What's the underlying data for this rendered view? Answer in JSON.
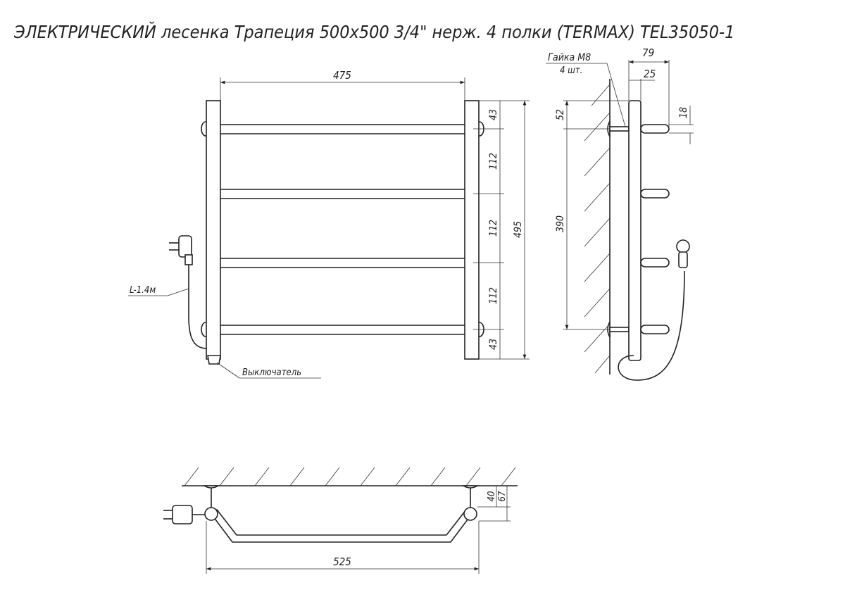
{
  "title": "ЭЛЕКТРИЧЕСКИЙ лесенка Трапеция 500х500 3/4\" нерж. 4 полки (TERMAX) TEL35050-1",
  "front_view": {
    "width_dim": "475",
    "height_dim": "495",
    "spacing_dims": [
      "43",
      "112",
      "112",
      "112",
      "43"
    ],
    "cable_label": "L-1.4м",
    "switch_label": "Выключатель"
  },
  "side_view": {
    "nut_label": "Гайка М8",
    "nut_qty": "4 шт.",
    "depth_dim": "79",
    "post_dim": "25",
    "top_offset_dim": "52",
    "mount_spacing_dim": "390",
    "bar_dim": "18"
  },
  "top_view": {
    "width_dim": "525",
    "wall_offset_dim": "40",
    "total_depth_dim": "67"
  }
}
